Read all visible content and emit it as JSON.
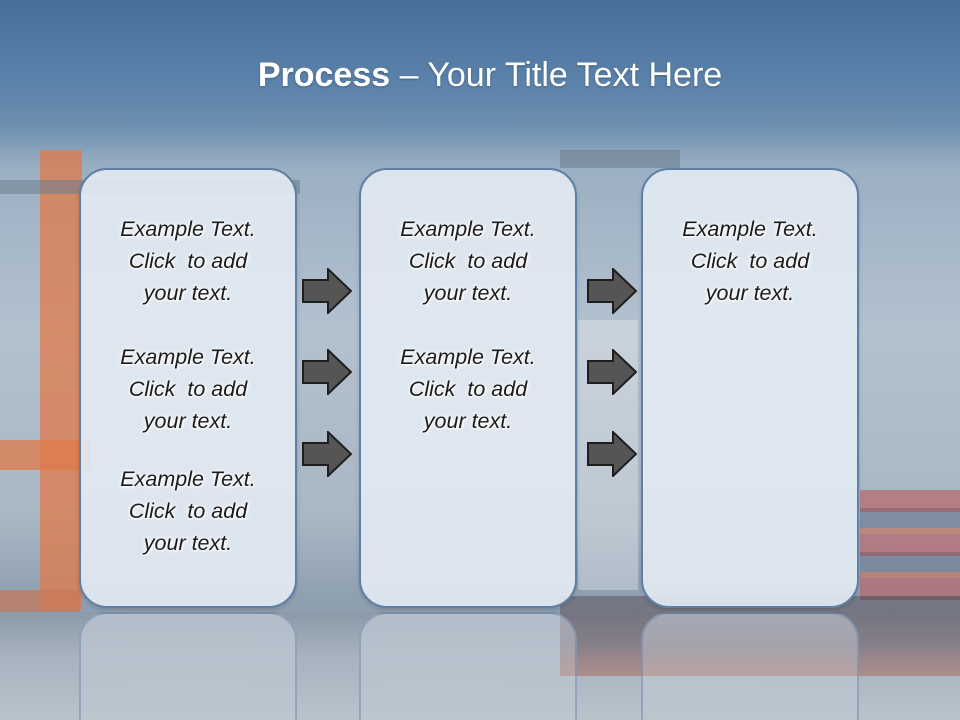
{
  "title": {
    "bold": "Process",
    "rest": " – Your Title Text Here"
  },
  "panels": [
    {
      "blocks": [
        {
          "line1": "Example Text.",
          "line2": "Click  to add",
          "line3": "your text."
        },
        {
          "line1": "Example Text.",
          "line2": "Click  to add",
          "line3": "your text."
        },
        {
          "line1": "Example Text.",
          "line2": "Click  to add",
          "line3": "your text."
        }
      ]
    },
    {
      "blocks": [
        {
          "line1": "Example Text.",
          "line2": "Click  to add",
          "line3": "your text."
        },
        {
          "line1": "Example Text.",
          "line2": "Click  to add",
          "line3": "your text."
        }
      ]
    },
    {
      "blocks": [
        {
          "line1": "Example Text.",
          "line2": "Click  to add",
          "line3": "your text."
        }
      ]
    }
  ],
  "colors": {
    "panel_border": "#5e7fa6",
    "panel_fill": "#e2e9f2",
    "arrow_fill": "#555555",
    "arrow_stroke": "#1e1e1e",
    "header_band": "#466d95"
  },
  "icons": {
    "arrow": "right-arrow-icon"
  }
}
